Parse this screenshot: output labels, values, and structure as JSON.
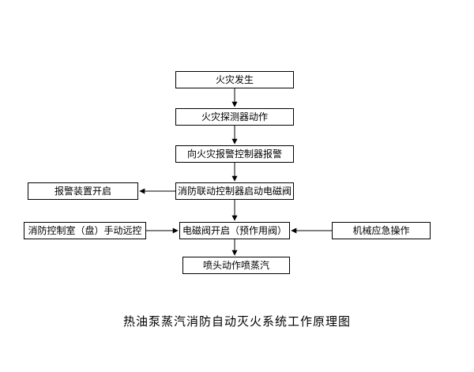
{
  "diagram": {
    "title": "热油泵蒸汽消防自动灭火系统工作原理图",
    "nodes": {
      "fire_occurs": "火灾发生",
      "detector_action": "火灾探测器动作",
      "alarm_to_controller": "向火灾报警控制器报警",
      "linkage_controller_valve": "消防联动控制器启动电磁阀",
      "valve_open": "电磁阀开启（预作用阀）",
      "sprinkler_steam": "喷头动作喷蒸汽",
      "alarm_device_on": "报警装置开启",
      "control_room_manual": "消防控制室（盘）手动远控",
      "mechanical_emergency": "机械应急操作"
    },
    "line_color": "#000000"
  }
}
